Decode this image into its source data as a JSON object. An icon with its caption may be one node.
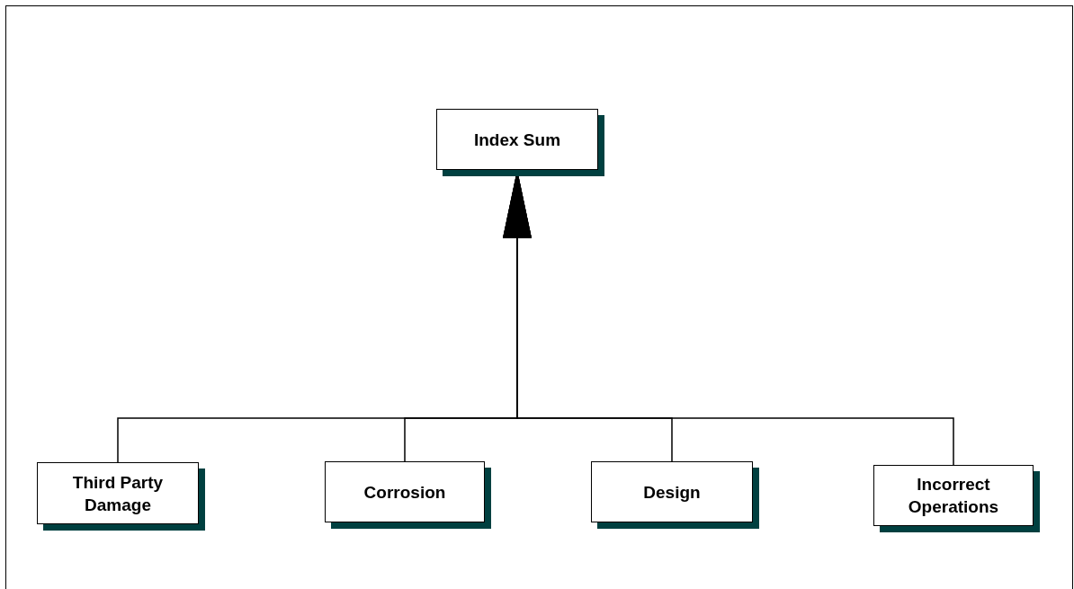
{
  "diagram": {
    "nodes": [
      {
        "text": [
          "Index Sum"
        ]
      },
      {
        "text": [
          "Third Party Damage"
        ]
      },
      {
        "text": [
          "Corrosion"
        ]
      },
      {
        "text": [
          "Design"
        ]
      },
      {
        "text": [
          "Incorrect Operations"
        ]
      }
    ],
    "edges": [
      {
        "from": 1,
        "to": 0,
        "arrow": "to"
      },
      {
        "from": 2,
        "to": 0,
        "arrow": "to"
      },
      {
        "from": 3,
        "to": 0,
        "arrow": "to"
      },
      {
        "from": 4,
        "to": 0,
        "arrow": "to"
      }
    ]
  }
}
